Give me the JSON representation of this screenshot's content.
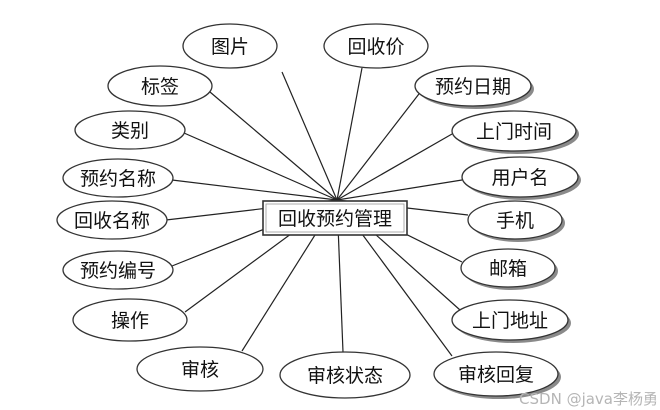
{
  "center": {
    "label": "回收预约管理"
  },
  "attributes": [
    {
      "id": "tupian",
      "label": "图片"
    },
    {
      "id": "huishoujia",
      "label": "回收价"
    },
    {
      "id": "biaoqian",
      "label": "标签"
    },
    {
      "id": "yuyueriqi",
      "label": "预约日期"
    },
    {
      "id": "leibie",
      "label": "类别"
    },
    {
      "id": "shangmenshijian",
      "label": "上门时间"
    },
    {
      "id": "yuyuemingcheng",
      "label": "预约名称"
    },
    {
      "id": "yonghuming",
      "label": "用户名"
    },
    {
      "id": "huishoumingcheng",
      "label": "回收名称"
    },
    {
      "id": "shouji",
      "label": "手机"
    },
    {
      "id": "yuyuebianhao",
      "label": "预约编号"
    },
    {
      "id": "youxiang",
      "label": "邮箱"
    },
    {
      "id": "caozuo",
      "label": "操作"
    },
    {
      "id": "shangmendizhi",
      "label": "上门地址"
    },
    {
      "id": "shenhe",
      "label": "审核"
    },
    {
      "id": "shenhezhuangtai",
      "label": "审核状态"
    },
    {
      "id": "shenhehuifu",
      "label": "审核回复"
    }
  ],
  "watermark": "CSDN @java李杨勇"
}
